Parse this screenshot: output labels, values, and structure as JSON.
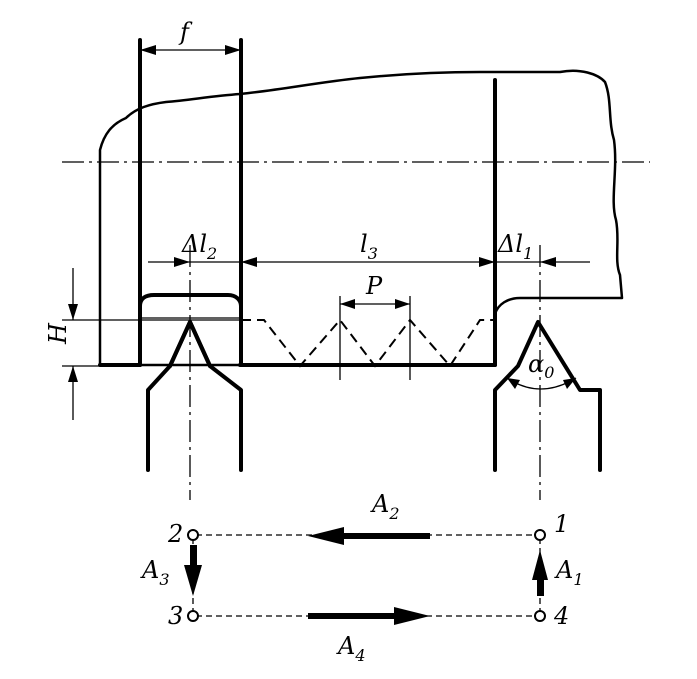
{
  "labels": {
    "f": "f",
    "dl2_main": "Δl",
    "dl2_sub": "2",
    "l3_main": "l",
    "l3_sub": "3",
    "dl1_main": "Δl",
    "dl1_sub": "1",
    "p": "P",
    "h": "H",
    "alpha_main": "α",
    "alpha_sub": "0"
  },
  "cycle": {
    "points": [
      {
        "id": "1"
      },
      {
        "id": "2"
      },
      {
        "id": "3"
      },
      {
        "id": "4"
      }
    ],
    "moves": [
      {
        "main": "A",
        "sub": "1"
      },
      {
        "main": "A",
        "sub": "2"
      },
      {
        "main": "A",
        "sub": "3"
      },
      {
        "main": "A",
        "sub": "4"
      }
    ]
  }
}
